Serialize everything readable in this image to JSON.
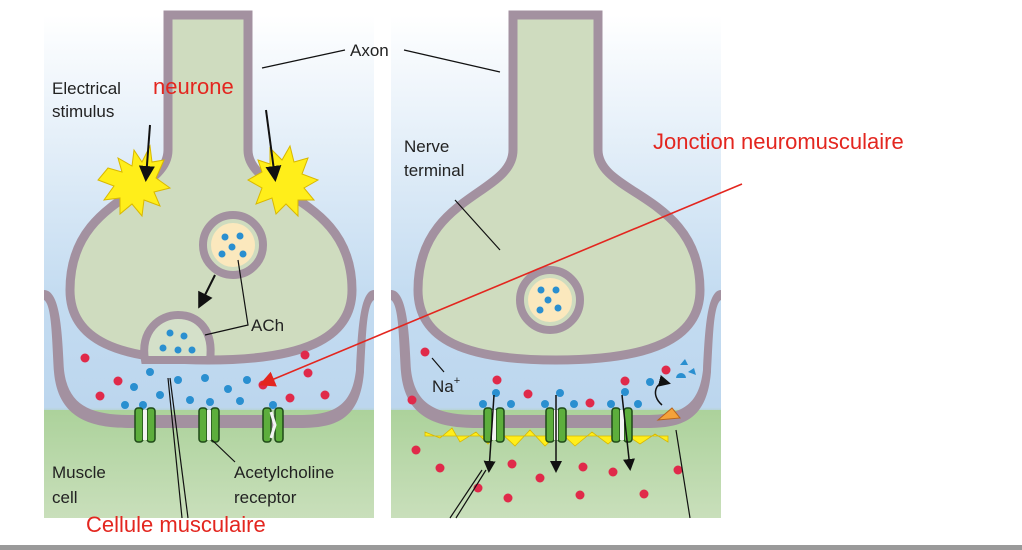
{
  "labels": {
    "axon": "Axon",
    "electrical_stimulus_line1": "Electrical",
    "electrical_stimulus_line2": "stimulus",
    "neurone": "neurone",
    "nerve_terminal_line1": "Nerve",
    "nerve_terminal_line2": "terminal",
    "jonction": "Jonction neuromusculaire",
    "ach": "ACh",
    "na": "Na",
    "na_superscript": "+",
    "muscle_cell_line1": "Muscle",
    "muscle_cell_line2": "cell",
    "ach_receptor_line1": "Acetylcholine",
    "ach_receptor_line2": "receptor",
    "cellule": "Cellule musculaire"
  },
  "colors": {
    "annotation_red": "#e3261f",
    "membrane": "#a391a0",
    "neuron_fill": "#cfdcbf",
    "synaptic_cleft": "#b9d7ee",
    "muscle": "#9fc58d",
    "ach_blue": "#2a8fd0",
    "sodium_red": "#e02a4a",
    "receptor_green": "#5dae3c",
    "stimulus_yellow": "#ffee1a"
  }
}
